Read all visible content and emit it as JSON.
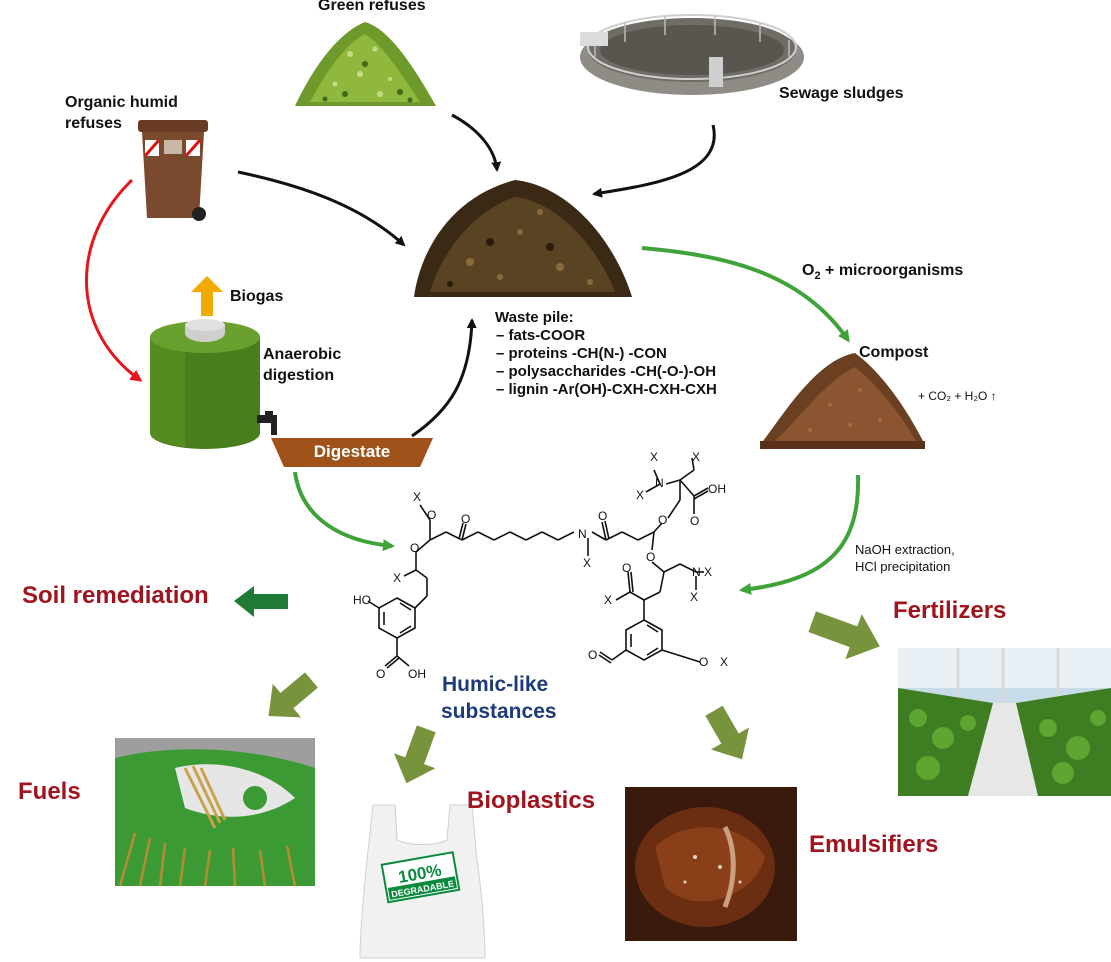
{
  "sources": {
    "green_refuses": "Green refuses",
    "sewage_sludges": "Sewage sludges",
    "organic_humid_refuses_line1": "Organic humid",
    "organic_humid_refuses_line2": "refuses"
  },
  "anaerobic": {
    "biogas": "Biogas",
    "digestion_line1": "Anaerobic",
    "digestion_line2": "digestion",
    "digestate": "Digestate"
  },
  "waste_pile": {
    "title": "Waste pile:",
    "items": [
      "fats-COOR",
      "proteins -CH(N-) -CON",
      "polysaccharides -CH(-O-)-OH",
      "lignin -Ar(OH)-CXH-CXH-CXH"
    ]
  },
  "composting": {
    "o2_prefix": "O",
    "o2_sub": "2",
    "o2_suffix": " + microorganisms",
    "compost": "Compost",
    "gases": "+ CO₂ + H₂O ↑"
  },
  "extraction": {
    "line1": "NaOH extraction,",
    "line2": "HCl precipitation"
  },
  "product": {
    "line1": "Humic-like",
    "line2": "substances"
  },
  "applications": {
    "soil_remediation": "Soil remediation",
    "fertilizers": "Fertilizers",
    "fuels": "Fuels",
    "bioplastics": "Bioplastics",
    "emulsifiers": "Emulsifiers"
  },
  "bag_text": {
    "line1": "100%",
    "line2": "DEGRADABLE"
  },
  "molecule_labels": {
    "x": "X",
    "o": "O",
    "n": "N",
    "oh": "OH",
    "ho": "HO"
  },
  "colors": {
    "green_arrow": "#3fa33a",
    "red_arrow": "#e8141c",
    "black_arrow": "#111111",
    "olive_arrow": "#77933c",
    "dark_green_arrow": "#1e7a34",
    "app_label": "#a0141e",
    "product_label": "#1f3a7a",
    "digester": "#4a7d1c",
    "digestate_box": "#a0521b",
    "biogas_arrow": "#f2a900"
  }
}
